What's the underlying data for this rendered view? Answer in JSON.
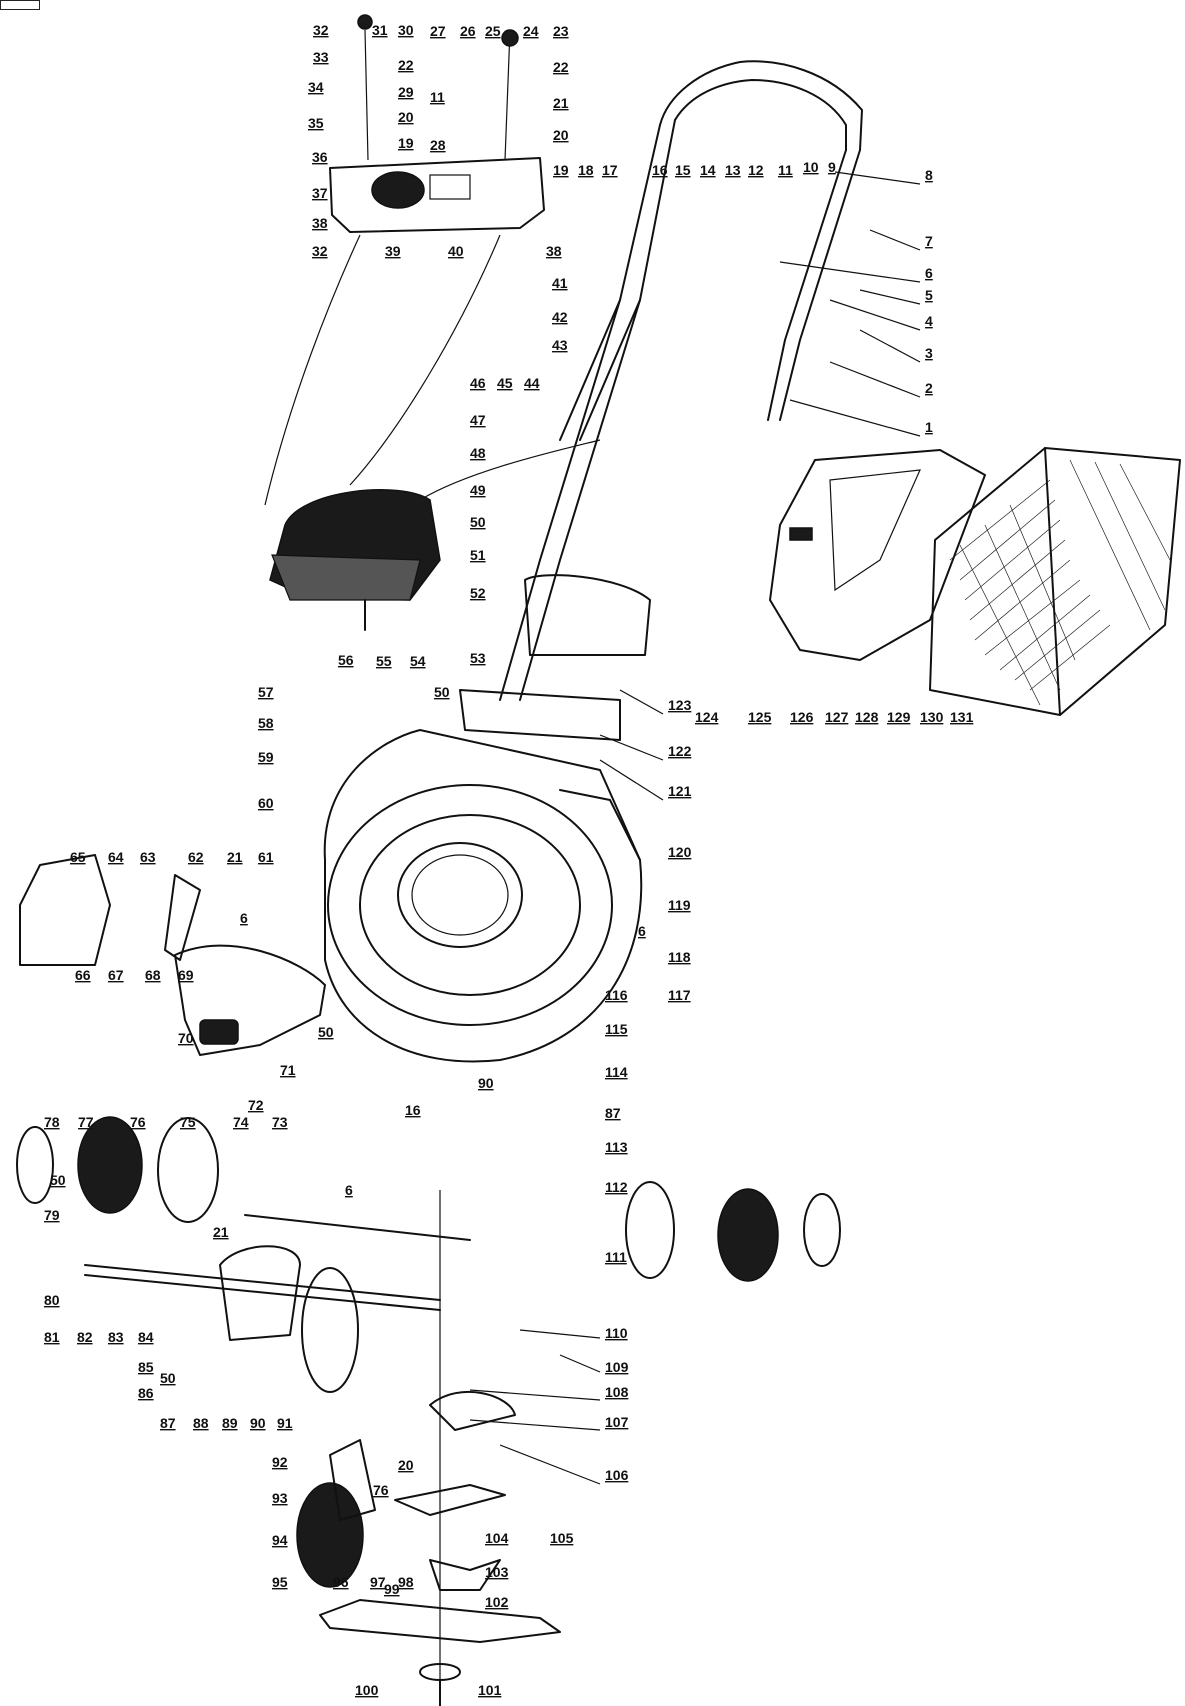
{
  "document": {
    "corner_stamp": "",
    "diagram_type": "exploded-parts-view",
    "subject": "lawn-mower"
  },
  "labels": {
    "n1": "1",
    "n2": "2",
    "n3": "3",
    "n4": "4",
    "n5": "5",
    "n6": "6",
    "n7": "7",
    "n8": "8",
    "n9": "9",
    "n10": "10",
    "n11": "11",
    "n12": "12",
    "n13": "13",
    "n14": "14",
    "n15": "15",
    "n16": "16",
    "n17": "17",
    "n18": "18",
    "n19": "19",
    "n20": "20",
    "n21": "21",
    "n22": "22",
    "n23": "23",
    "n24": "24",
    "n25": "25",
    "n26": "26",
    "n27": "27",
    "n28": "28",
    "n29": "29",
    "n30": "30",
    "n31": "31",
    "n32": "32",
    "n33": "33",
    "n34": "34",
    "n35": "35",
    "n36": "36",
    "n37": "37",
    "n38": "38",
    "n39": "39",
    "n40": "40",
    "n41": "41",
    "n42": "42",
    "n43": "43",
    "n44": "44",
    "n45": "45",
    "n46": "46",
    "n47": "47",
    "n48": "48",
    "n49": "49",
    "n50": "50",
    "n51": "51",
    "n52": "52",
    "n53": "53",
    "n54": "54",
    "n55": "55",
    "n56": "56",
    "n57": "57",
    "n58": "58",
    "n59": "59",
    "n60": "60",
    "n61": "61",
    "n62": "62",
    "n63": "63",
    "n64": "64",
    "n65": "65",
    "n66": "66",
    "n67": "67",
    "n68": "68",
    "n69": "69",
    "n70": "70",
    "n71": "71",
    "n72": "72",
    "n73": "73",
    "n74": "74",
    "n75": "75",
    "n76": "76",
    "n77": "77",
    "n78": "78",
    "n79": "79",
    "n80": "80",
    "n81": "81",
    "n82": "82",
    "n83": "83",
    "n84": "84",
    "n85": "85",
    "n86": "86",
    "n87": "87",
    "n88": "88",
    "n89": "89",
    "n90": "90",
    "n91": "91",
    "n92": "92",
    "n93": "93",
    "n94": "94",
    "n95": "95",
    "n96": "96",
    "n97": "97",
    "n98": "98",
    "n99": "99",
    "n100": "100",
    "n101": "101",
    "n102": "102",
    "n103": "103",
    "n104": "104",
    "n105": "105",
    "n106": "106",
    "n107": "107",
    "n108": "108",
    "n109": "109",
    "n110": "110",
    "n111": "111",
    "n112": "112",
    "n113": "113",
    "n114": "114",
    "n115": "115",
    "n116": "116",
    "n117": "117",
    "n118": "118",
    "n119": "119",
    "n120": "120",
    "n121": "121",
    "n122": "122",
    "n123": "123",
    "n124": "124",
    "n125": "125",
    "n126": "126",
    "n127": "127",
    "n128": "128",
    "n129": "129",
    "n130": "130",
    "n131": "131"
  }
}
